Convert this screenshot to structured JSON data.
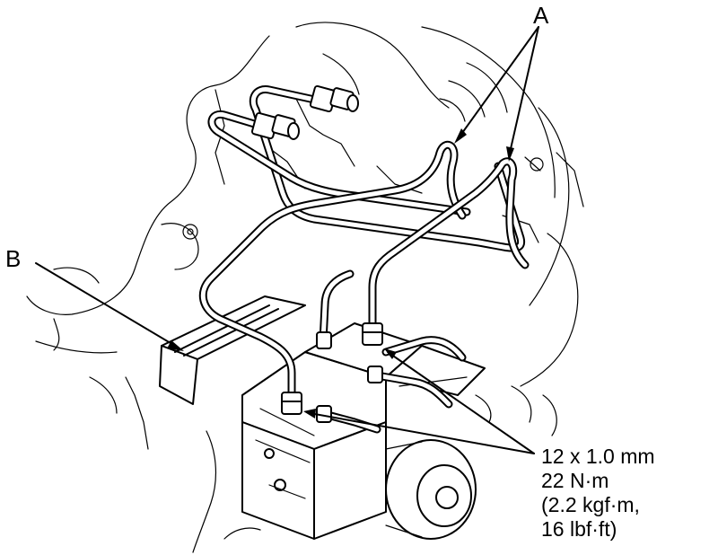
{
  "callouts": {
    "a": "A",
    "b": "B"
  },
  "spec": {
    "line1": "12 x 1.0 mm",
    "line2": "22 N·m",
    "line3": "(2.2 kgf·m,",
    "line4": "16 lbf·ft)"
  }
}
